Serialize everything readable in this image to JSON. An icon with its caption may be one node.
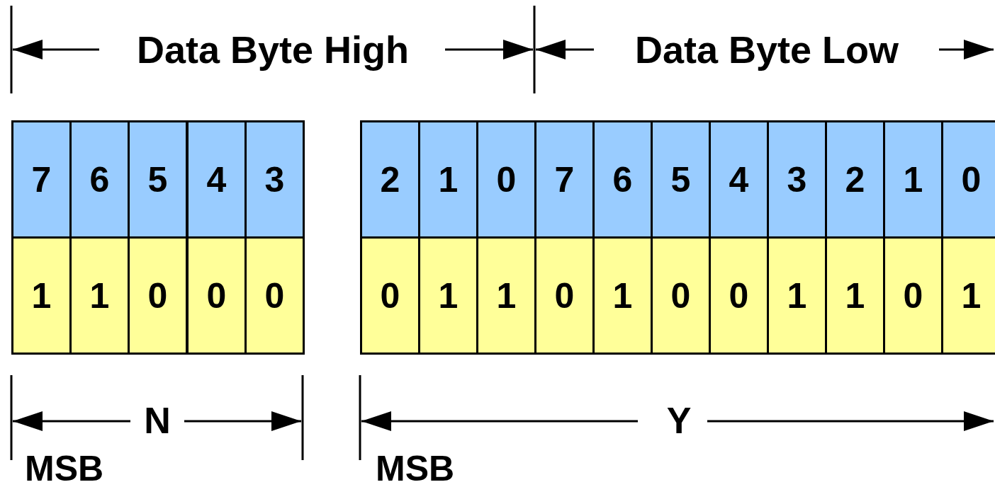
{
  "diagram": {
    "labels": [
      "Data Byte High",
      "Data Byte Low",
      "7",
      "6",
      "5",
      "4",
      "3",
      "2",
      "1",
      "0",
      "7",
      "6",
      "5",
      "4",
      "3",
      "2",
      "1",
      "0",
      "1",
      "1",
      "0",
      "0",
      "0",
      "0",
      "1",
      "1",
      "0",
      "1",
      "0",
      "0",
      "1",
      "1",
      "0",
      "1",
      "N",
      "Y",
      "MSB",
      "MSB"
    ]
  }
}
